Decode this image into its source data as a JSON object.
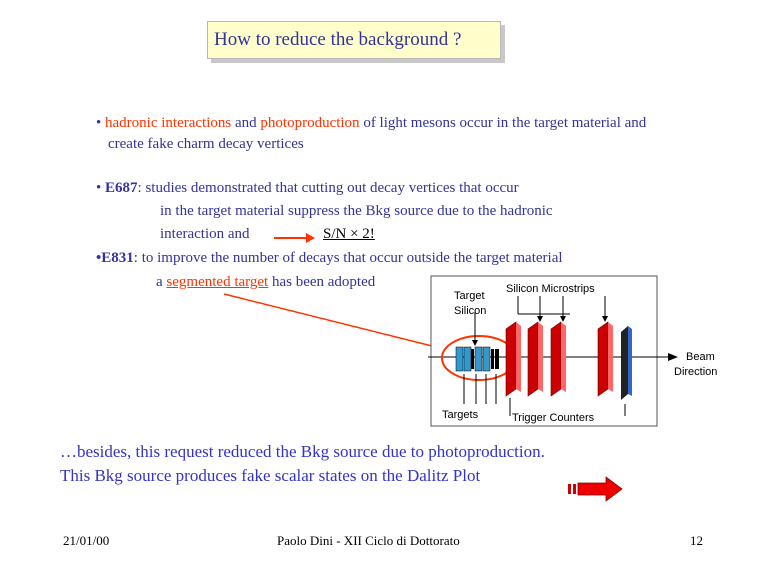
{
  "title": "How to reduce the background ?",
  "bullet1": {
    "bullet": "•",
    "hadronic": "hadronic interactions",
    "and": "and",
    "photoproduction": "photoproduction",
    "rest": "of light mesons occur in the target material and",
    "line2": "create  fake charm decay vertices"
  },
  "e687": {
    "bullet": "•",
    "name": "E687",
    "line1": ": studies demonstrated that cutting out  decay vertices  that occur",
    "line2": "in the target material suppress the Bkg source due to  the hadronic",
    "line3": "interaction and",
    "result": "S/N × 2!"
  },
  "e831": {
    "bullet": "•",
    "name": "E831",
    "line1": ":  to improve the number of decays that occur outside the target material",
    "line2_pre": "a",
    "segmented": "segmented target",
    "line2_post": "has been adopted"
  },
  "diagram": {
    "target_silicon_1": "Target",
    "target_silicon_2": "Silicon",
    "silicon_microstrips": "Silicon Microstrips",
    "beam_1": "Beam",
    "beam_2": "Direction",
    "targets": "Targets",
    "trigger_counters": "Trigger Counters"
  },
  "bottom": {
    "line1": "…besides, this request reduced the Bkg source due to photoproduction.",
    "line2": "This Bkg source produces fake scalar states on the Dalitz Plot"
  },
  "footer": {
    "date": "21/01/00",
    "author": "Paolo Dini  -  XII Ciclo di Dottorato",
    "page": "12"
  },
  "colors": {
    "text": "#333399",
    "highlight": "#ff3300",
    "title_bg": "#ffffcc",
    "detector_red": "#cc0000",
    "target_blue": "#3399cc"
  }
}
